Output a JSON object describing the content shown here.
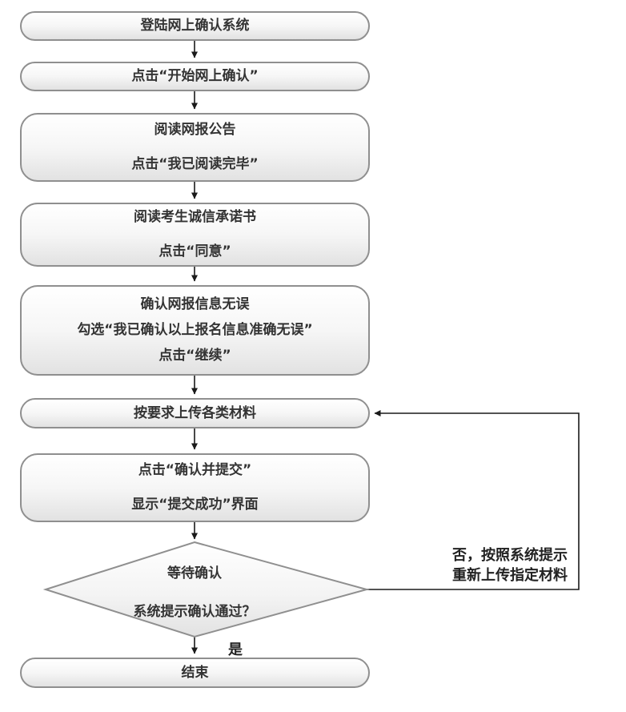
{
  "nodes": {
    "login": {
      "line1": "登陆网上确认系统"
    },
    "start": {
      "line1": "点击“开始网上确认”"
    },
    "notice": {
      "line1": "阅读网报公告",
      "line2": "点击“我已阅读完毕”"
    },
    "promise": {
      "line1": "阅读考生诚信承诺书",
      "line2": "点击“同意”"
    },
    "confirm_info": {
      "line1": "确认网报信息无误",
      "line2": "勾选“我已确认以上报名信息准确无误”",
      "line3": "点击“继续”"
    },
    "upload": {
      "line1": "按要求上传各类材料"
    },
    "submit": {
      "line1": "点击“确认并提交”",
      "line2": "显示“提交成功”界面"
    },
    "decision": {
      "line1": "等待确认",
      "line2": "系统提示确认通过？"
    },
    "end": {
      "line1": "结束"
    }
  },
  "labels": {
    "yes": "是",
    "no_line1": "否，按照系统提示",
    "no_line2": "重新上传指定材料"
  },
  "colors": {
    "box_border": "#8f8f8f",
    "box_fill_top": "#ffffff",
    "box_fill_bottom": "#e2e2e2",
    "arrow": "#1a1a1a",
    "text": "#333333"
  }
}
